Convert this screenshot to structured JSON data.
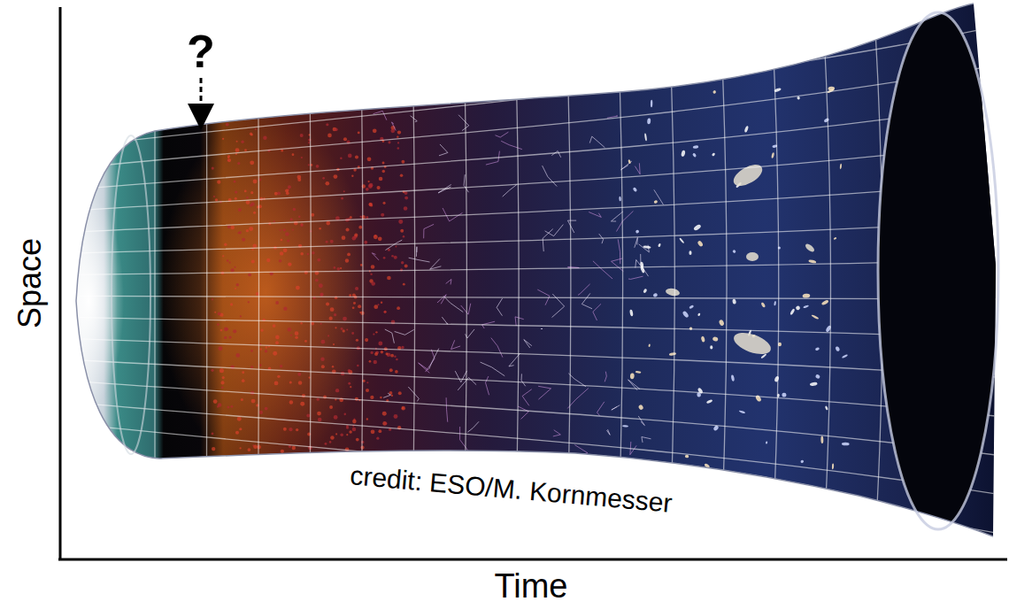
{
  "diagram": {
    "labels": [
      "?",
      "Space",
      "credit: ESO/M. Kornmesser",
      "Time"
    ]
  }
}
